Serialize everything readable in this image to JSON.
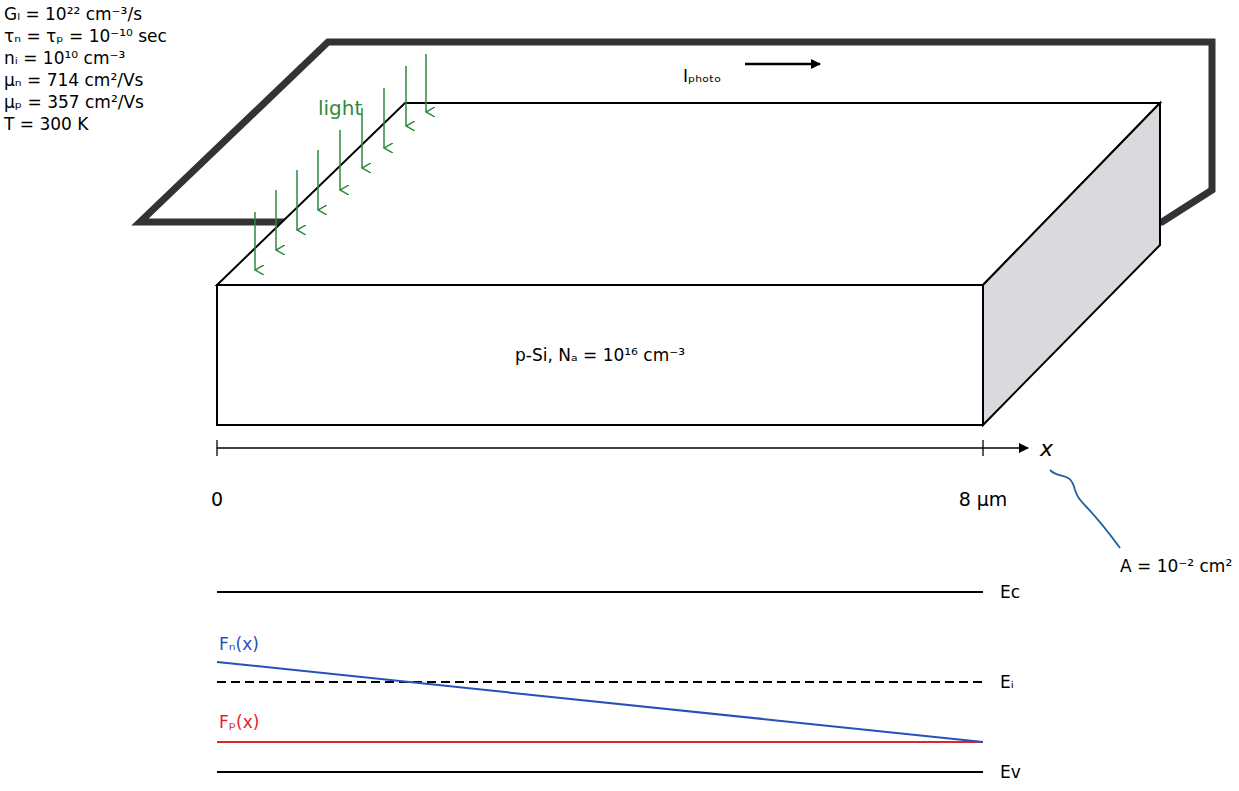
{
  "diagram": {
    "nodes": [
      {
        "text": [
          "p-Si, Nₐ = 10¹⁶ cm⁻³"
        ]
      }
    ],
    "labels": [
      "Gₗ = 10²² cm⁻³/s",
      "τₙ = τₚ = 10⁻¹⁰ sec",
      "nᵢ = 10¹⁰ cm⁻³",
      "μₙ = 714 cm²/Vs",
      "μₚ = 357 cm²/Vs",
      "T = 300 K",
      "light",
      "Iₚₕₒₜₒ",
      "A = 10⁻² cm²",
      "0",
      "8 μm",
      "x",
      "Fₙ(x)",
      "Fₚ(x)",
      "Eᴄ",
      "Eᵢ",
      "Eᴠ"
    ]
  }
}
